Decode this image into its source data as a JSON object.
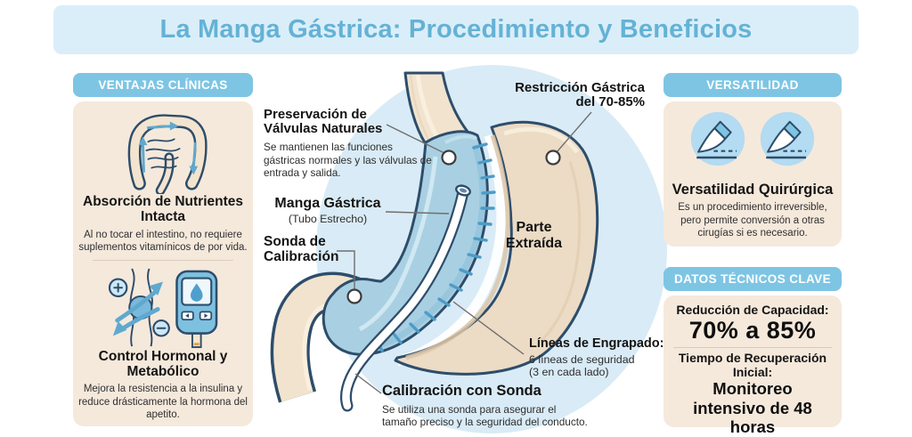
{
  "title": "La Manga Gástrica: Procedimiento y Beneficios",
  "left_panel": {
    "header": "VENTAJAS CLÍNICAS",
    "items": [
      {
        "icon": "intestine-icon",
        "heading": "Absorción de Nutrientes Intacta",
        "body": "Al no tocar el intestino, no requiere suplementos vitamínicos de por vida."
      },
      {
        "icon": "hormone-glucometer-icon",
        "heading": "Control Hormonal y Metabólico",
        "body": "Mejora la resistencia a la insulina y reduce drásticamente la hormona del apetito."
      }
    ]
  },
  "diagram": {
    "labels": {
      "preservacion": {
        "title": "Preservación de Válvulas Naturales",
        "body": "Se mantienen las funciones gástricas normales y las válvulas de entrada y salida."
      },
      "manga": {
        "title": "Manga Gástrica",
        "subtitle": "(Tubo Estrecho)"
      },
      "sonda": {
        "title": "Sonda de Calibración"
      },
      "restriccion": {
        "title": "Restricción Gástrica del 70-85%"
      },
      "parte_extraida": {
        "title": "Parte Extraída"
      },
      "engrapado": {
        "title": "Líneas de Engrapado:",
        "line1": "6 líneas de seguridad",
        "line2": "(3 en cada lado)"
      },
      "calibracion": {
        "title": "Calibración con Sonda",
        "body": "Se utiliza una sonda para asegurar el tamaño preciso y la seguridad del conducto."
      }
    }
  },
  "right_top_panel": {
    "header": "VERSATILIDAD",
    "icons": [
      "scalpel-icon",
      "scalpel-icon"
    ],
    "heading": "Versatilidad Quirúrgica",
    "body": "Es un procedimiento irreversible, pero permite conversión a otras cirugías si es necesario."
  },
  "right_bottom_panel": {
    "header": "DATOS TÉCNICOS CLAVE",
    "stat1_label": "Reducción de Capacidad:",
    "stat1_value": "70% a 85%",
    "stat2_label": "Tiempo de Recuperación Inicial:",
    "stat2_value": "Monitoreo intensivo de 48 horas"
  },
  "colors": {
    "banner_bg": "#daeef9",
    "title_text": "#64b2d5",
    "pill_bg": "#7ec5e3",
    "panel_bg": "#f5e9dc",
    "outline_navy": "#2e4d6b",
    "sleeve_blue": "#a9d0e2",
    "excised_beige": "#ecdbc5",
    "organ_beige": "#f1e3ce",
    "bg_circle": "#d9ebf6",
    "staple_blue": "#4d9cc7"
  }
}
